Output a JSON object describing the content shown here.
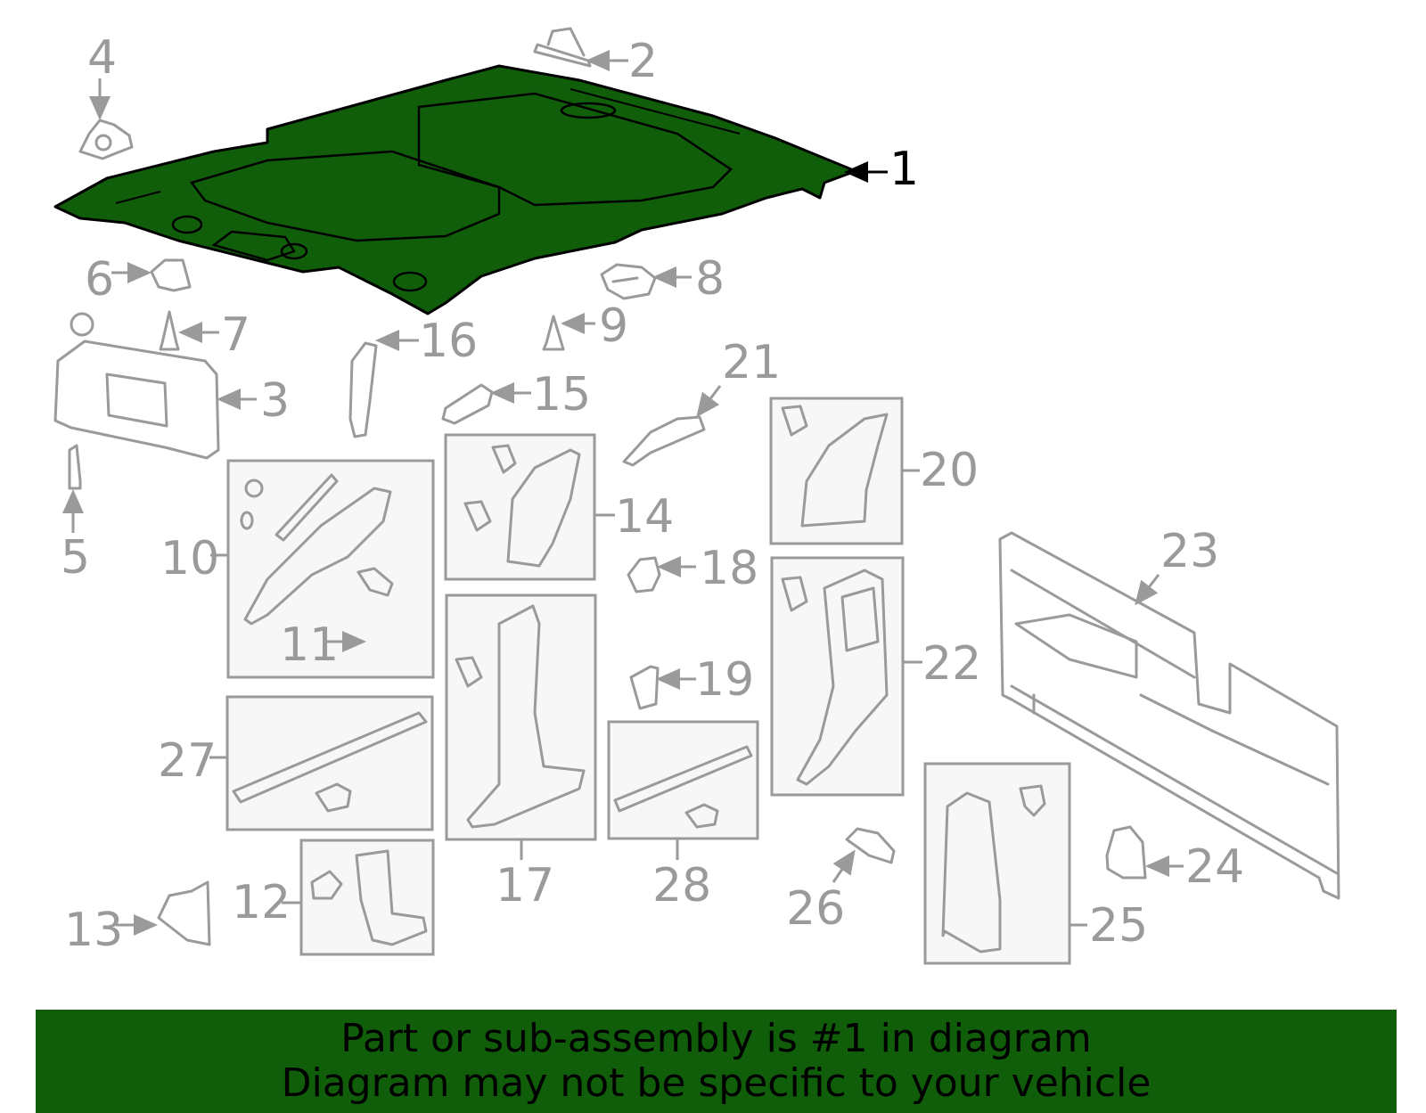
{
  "colors": {
    "highlight": "#105e0a",
    "line_art": "#9a9a9a",
    "active_label": "#000000",
    "banner_text": "#000000"
  },
  "callouts": {
    "c1": "1",
    "c2": "2",
    "c3": "3",
    "c4": "4",
    "c5": "5",
    "c6": "6",
    "c7": "7",
    "c8": "8",
    "c9": "9",
    "c10": "10",
    "c11": "11",
    "c12": "12",
    "c13": "13",
    "c14": "14",
    "c15": "15",
    "c16": "16",
    "c17": "17",
    "c18": "18",
    "c19": "19",
    "c20": "20",
    "c21": "21",
    "c22": "22",
    "c23": "23",
    "c24": "24",
    "c25": "25",
    "c26": "26",
    "c27": "27",
    "c28": "28"
  },
  "highlighted_part": "1",
  "banner": {
    "line1": "Part or sub-assembly is #1 in diagram",
    "line2": "Diagram may not be specific to your vehicle"
  }
}
